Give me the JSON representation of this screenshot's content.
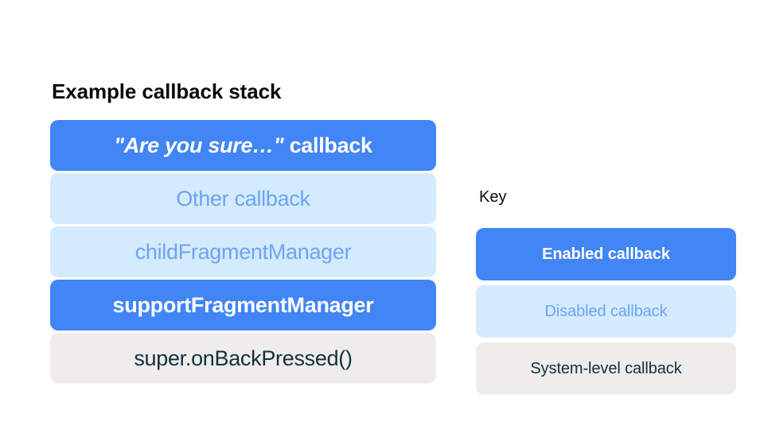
{
  "page": {
    "background_color": "#ffffff"
  },
  "colors": {
    "enabled_bg": "#4285f4",
    "enabled_text": "#ffffff",
    "disabled_bg": "#d4eafd",
    "disabled_text": "#6ca4f8",
    "system_bg": "#eeedec",
    "system_text": "#123040",
    "title_text": "#0a0a0a"
  },
  "stack": {
    "title": "Example callback stack",
    "items": [
      {
        "label": "\"Are you sure…\" callback",
        "quoted_part": "\"Are you sure…\"",
        "plain_part": " callback",
        "state": "enabled"
      },
      {
        "label": "Other callback",
        "state": "disabled"
      },
      {
        "label": "childFragmentManager",
        "state": "disabled"
      },
      {
        "label": "supportFragmentManager",
        "state": "enabled"
      },
      {
        "label": "super.onBackPressed()",
        "state": "system"
      }
    ]
  },
  "key": {
    "title": "Key",
    "items": [
      {
        "label": "Enabled callback",
        "state": "enabled"
      },
      {
        "label": "Disabled callback",
        "state": "disabled"
      },
      {
        "label": "System-level callback",
        "state": "system"
      }
    ]
  }
}
